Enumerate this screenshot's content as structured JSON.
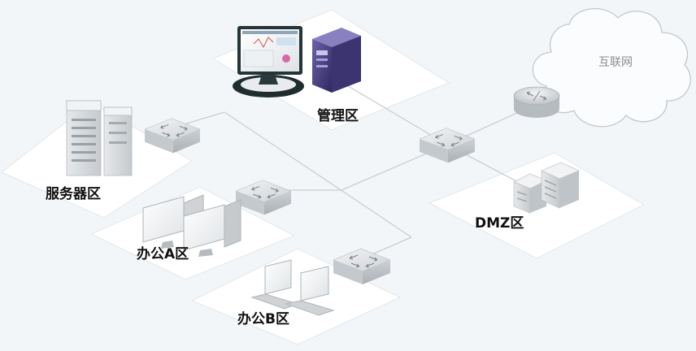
{
  "zones": {
    "management": "管理区",
    "servers": "服务器区",
    "office_a": "办公A区",
    "office_b": "办公B区",
    "dmz": "DMZ区"
  },
  "internet": "互联网",
  "icons": {
    "switch": "network-switch-icon",
    "router": "router-icon",
    "server": "server-rack-icon",
    "monitor": "monitor-icon",
    "laptop": "laptop-icon",
    "cloud": "cloud-icon"
  },
  "colors": {
    "background": "#f3f6f9",
    "platform": "#ffffff",
    "device_gray": "#d3d6d9",
    "management_server": "#4a3f86",
    "link": "#c9cdd1"
  }
}
